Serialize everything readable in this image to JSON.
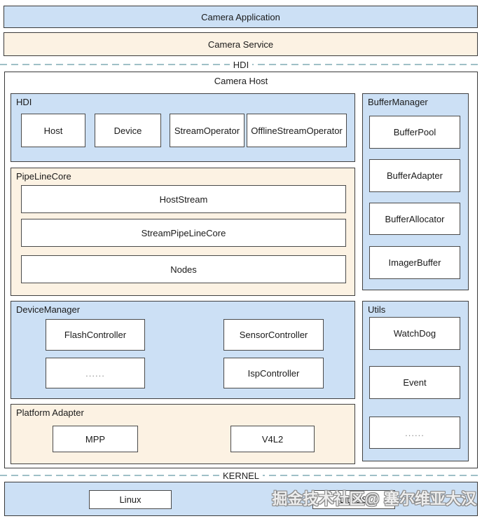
{
  "layers": {
    "camera_application": "Camera Application",
    "camera_service": "Camera Service"
  },
  "separators": {
    "hdi": "HDI",
    "kernel": "KERNEL"
  },
  "camera_host": {
    "title": "Camera Host",
    "sections": {
      "hdi": {
        "label": "HDI",
        "items": [
          "Host",
          "Device",
          "StreamOperator",
          "OfflineStreamOperator"
        ]
      },
      "pipelinecore": {
        "label": "PipeLineCore",
        "items": [
          "HostStream",
          "StreamPipeLineCore",
          "Nodes"
        ]
      },
      "devicemanager": {
        "label": "DeviceManager",
        "items": [
          "FlashController",
          "SensorController",
          "......",
          "IspController"
        ]
      },
      "platform_adapter": {
        "label": "Platform Adapter",
        "items": [
          "MPP",
          "V4L2"
        ]
      },
      "buffermanager": {
        "label": "BufferManager",
        "items": [
          "BufferPool",
          "BufferAdapter",
          "BufferAllocator",
          "ImagerBuffer"
        ]
      },
      "utils": {
        "label": "Utils",
        "items": [
          "WatchDog",
          "Event",
          "......"
        ]
      }
    }
  },
  "kernel_layer": {
    "items": [
      "Linux",
      "LiteOS"
    ]
  },
  "watermark": "掘金技术社区@ 塞尔维亚大汉",
  "colors": {
    "layer_blue": "#cce0f5",
    "layer_cream": "#fcf2e3",
    "dash_line": "#9fc0c7",
    "border_dark": "#3a3a3a",
    "box_white": "#ffffff"
  }
}
